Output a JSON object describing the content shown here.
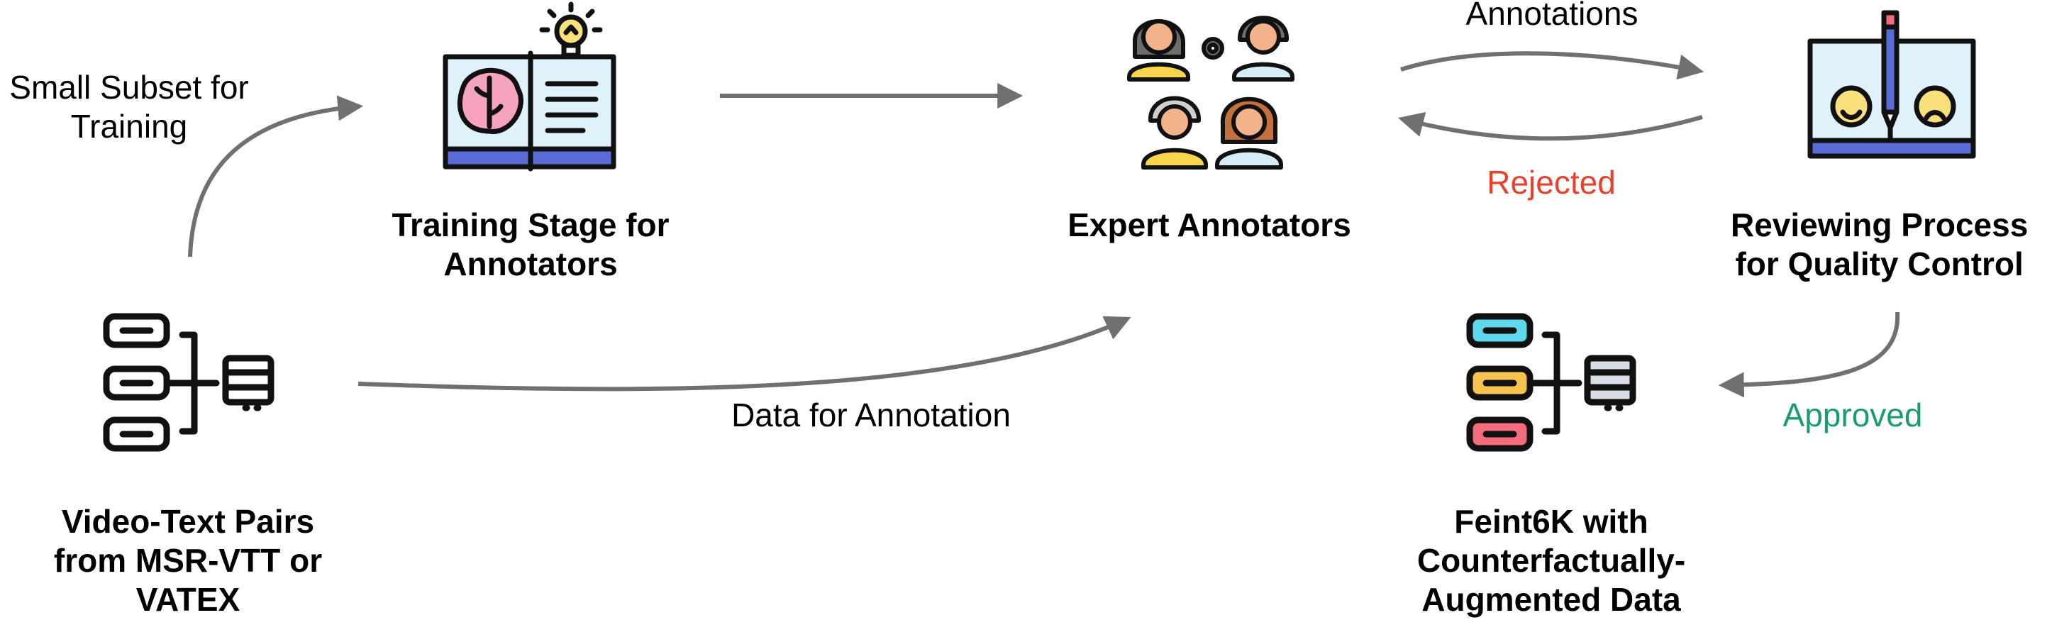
{
  "nodes": {
    "source": {
      "title_lines": [
        "Video-Text Pairs",
        "from MSR-VTT or",
        "VATEX"
      ],
      "icon": "data-list-icon"
    },
    "training": {
      "title_lines": [
        "Training Stage for",
        "Annotators"
      ],
      "icon": "open-book-brain-icon"
    },
    "experts": {
      "title": "Expert Annotators",
      "icon": "people-group-icon"
    },
    "review": {
      "title_lines": [
        "Reviewing Process",
        "for Quality Control"
      ],
      "icon": "review-book-faces-icon"
    },
    "output": {
      "title_lines": [
        "Feint6K with",
        "Counterfactually-",
        "Augmented Data"
      ],
      "icon": "colored-data-list-icon"
    }
  },
  "edges": {
    "small_subset_lines": [
      "Small Subset for",
      "Training"
    ],
    "data_for_annotation": "Data for Annotation",
    "annotations": "Annotations",
    "rejected": "Rejected",
    "approved": "Approved"
  },
  "colors": {
    "arrow": "#707070",
    "rejected": "#e8412c",
    "approved": "#1a9c6c",
    "outline": "#111111",
    "book_blue": "#dff1fb",
    "book_spine": "#5b6bd6",
    "brain_pink": "#f6a3c0",
    "bulb_yellow": "#f9e07a",
    "skin": "#f3b38a",
    "hair_dark": "#6d6d6d",
    "hair_light": "#cfcfcf",
    "hair_brown": "#c2703d",
    "shirt_yellow": "#f8d54b",
    "shirt_blue": "#d8ecf8",
    "cyan": "#5ed8ec",
    "orange": "#f7c24d",
    "pink": "#f46b7b"
  }
}
